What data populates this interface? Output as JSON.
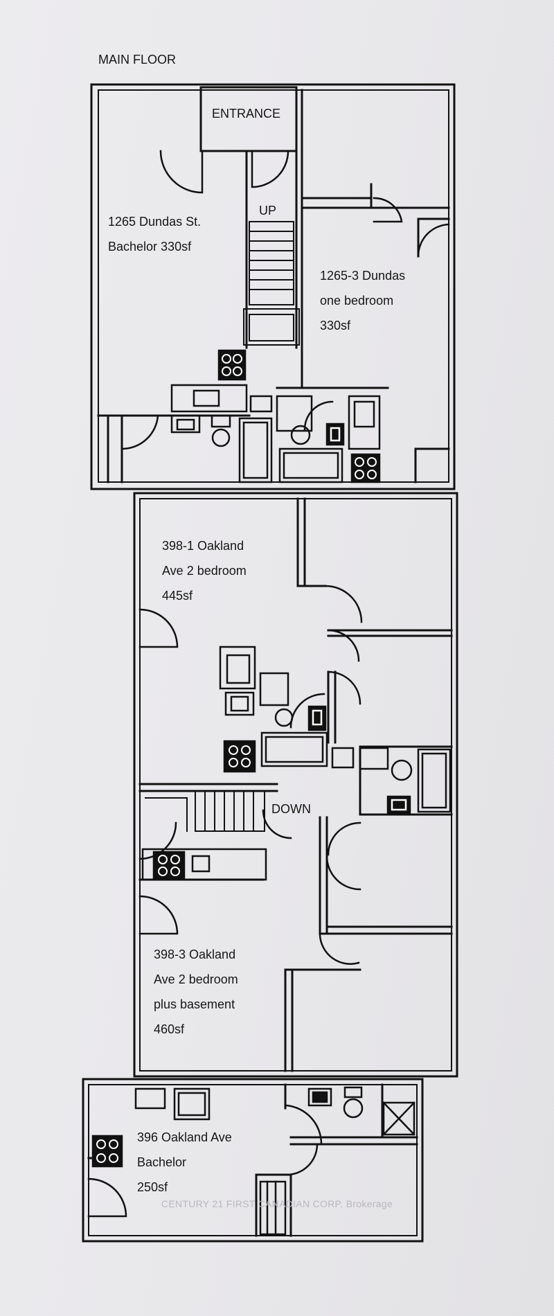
{
  "title": "MAIN FLOOR",
  "room_labels": {
    "entrance": "ENTRANCE",
    "up": "UP",
    "down": "DOWN"
  },
  "units": [
    {
      "lines": [
        "1265 Dundas St.",
        "Bachelor 330sf"
      ]
    },
    {
      "lines": [
        "1265-3 Dundas",
        "one bedroom",
        "330sf"
      ]
    },
    {
      "lines": [
        "398-1 Oakland",
        "Ave 2 bedroom",
        "445sf"
      ]
    },
    {
      "lines": [
        "398-3 Oakland",
        "Ave 2 bedroom",
        "plus basement",
        "460sf"
      ]
    },
    {
      "lines": [
        "396 Oakland Ave",
        "Bachelor",
        "250sf"
      ]
    }
  ],
  "watermark": "CENTURY 21 FIRST CANADIAN CORP. Brokerage"
}
